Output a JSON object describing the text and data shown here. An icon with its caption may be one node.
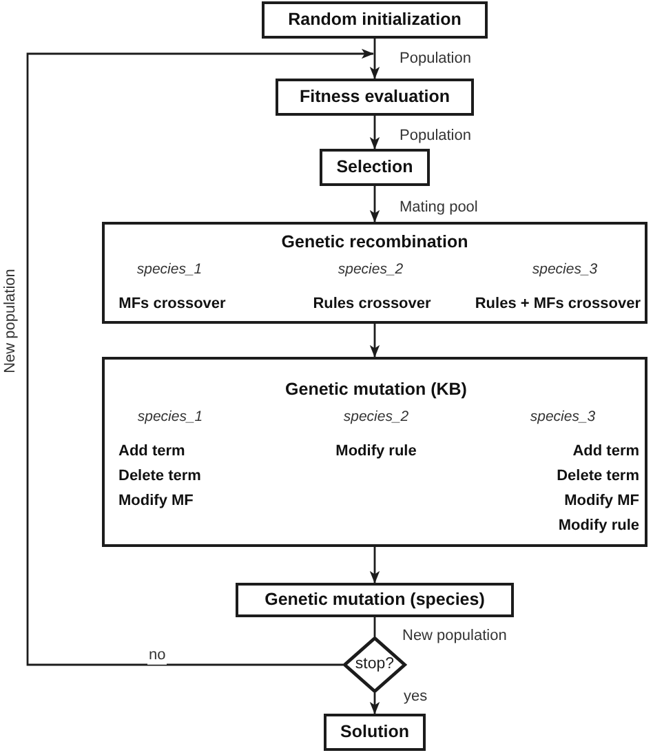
{
  "diagram": {
    "nodes": [
      {
        "text": [
          "Random initialization"
        ]
      },
      {
        "text": [
          "Fitness evaluation"
        ]
      },
      {
        "text": [
          "Selection"
        ]
      },
      {
        "text": [
          "Genetic recombination",
          "species_1",
          "species_2",
          "species_3",
          "MFs crossover",
          "Rules crossover",
          "Rules + MFs crossover"
        ]
      },
      {
        "text": [
          "Genetic mutation (KB)",
          "species_1",
          "species_2",
          "species_3",
          "Add term",
          "Modify rule",
          "Add term",
          "Delete term",
          "Delete term",
          "Modify MF",
          "Modify MF",
          "Modify rule"
        ]
      },
      {
        "text": [
          "Genetic mutation (species)"
        ]
      },
      {
        "text": [
          "stop?"
        ]
      },
      {
        "text": [
          "Solution"
        ]
      }
    ],
    "edges": [
      {
        "from": 0,
        "to": 1,
        "arrow": "to",
        "label": "Population"
      },
      {
        "from": 1,
        "to": 2,
        "arrow": "to",
        "label": "Population"
      },
      {
        "from": 2,
        "to": 3,
        "arrow": "to",
        "label": "Mating pool"
      },
      {
        "from": 3,
        "to": 4,
        "arrow": "to"
      },
      {
        "from": 4,
        "to": 5,
        "arrow": "to"
      },
      {
        "from": 5,
        "to": 6,
        "arrow": "none",
        "label": "New population"
      },
      {
        "from": 6,
        "to": 7,
        "arrow": "to",
        "label": "yes"
      },
      {
        "from": 6,
        "to": 1,
        "arrow": "to",
        "label": "no"
      }
    ],
    "labels": [
      "New population"
    ]
  }
}
